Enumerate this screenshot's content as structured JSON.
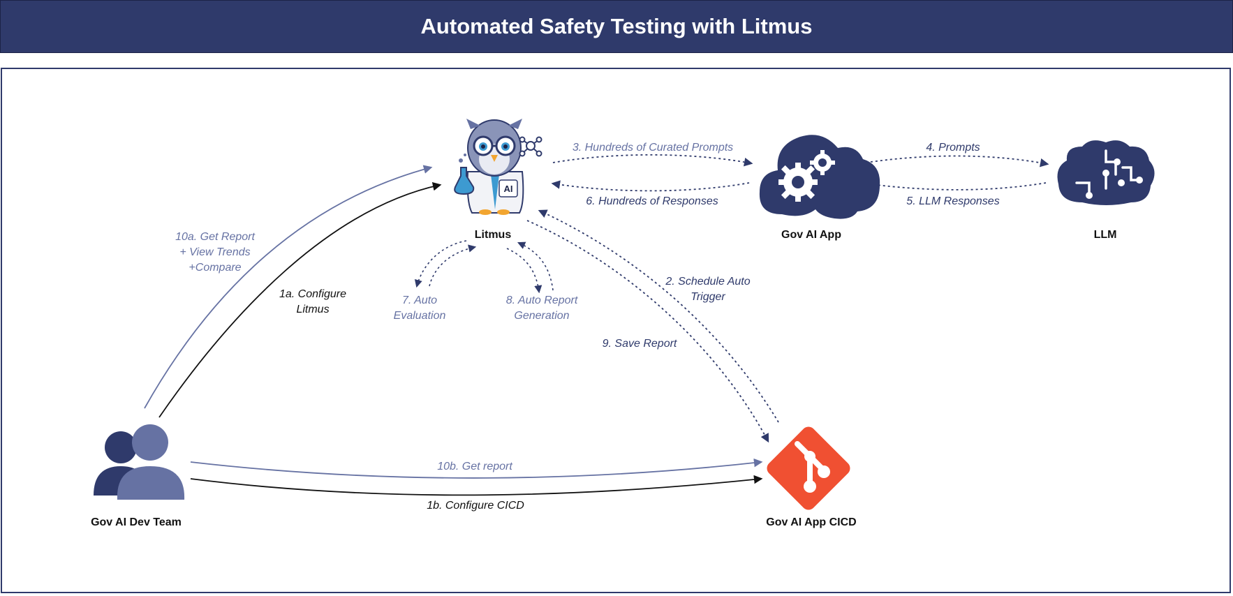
{
  "title": "Automated Safety Testing with Litmus",
  "nodes": {
    "litmus": "Litmus",
    "gov_ai_app": "Gov AI App",
    "llm": "LLM",
    "dev_team": "Gov AI Dev Team",
    "cicd": "Gov AI App CICD"
  },
  "badge_text": "AI",
  "edges": {
    "e1a": "1a. Configure\nLitmus",
    "e1b": "1b. Configure CICD",
    "e2": "2. Schedule Auto\nTrigger",
    "e3": "3. Hundreds of Curated Prompts",
    "e4": "4. Prompts",
    "e5": "5. LLM Responses",
    "e6": "6. Hundreds of Responses",
    "e7": "7. Auto\nEvaluation",
    "e8": "8. Auto Report\nGeneration",
    "e9": "9. Save Report",
    "e10a": "10a. Get Report\n+ View Trends\n+Compare",
    "e10b": "10b. Get report"
  },
  "colors": {
    "header_bg": "#2f3a6b",
    "navy": "#2f3a6b",
    "slate": "#6672a3",
    "git_orange": "#f05032",
    "black": "#111111"
  },
  "icons": {
    "litmus": "owl-scientist-icon",
    "gov_ai_app": "cloud-gears-icon",
    "llm": "brain-circuit-icon",
    "dev_team": "users-icon",
    "cicd": "git-icon"
  }
}
